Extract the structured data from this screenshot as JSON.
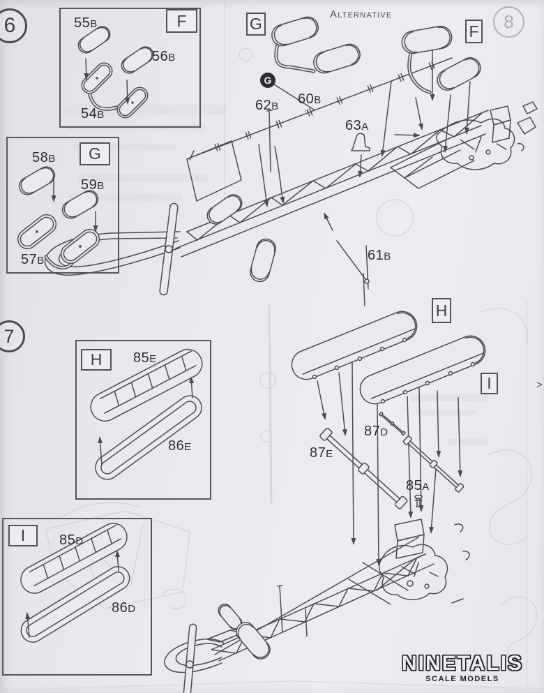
{
  "page": {
    "paper_color": "#e9e9ed",
    "ink_color": "#4b4b51",
    "label_color": "#2e2e34"
  },
  "steps": {
    "six": "6",
    "seven": "7",
    "eight": "8"
  },
  "alternative_label": "Alternative",
  "panel_letters": {
    "inset_f": "F",
    "inset_g": "G",
    "alt_g": "G",
    "alt_f": "F",
    "inset_h": "H",
    "pontoon_h": "H",
    "pontoon_i": "I",
    "inset_i": "I",
    "g_badge": "G"
  },
  "part_labels": {
    "p55b": {
      "num": "55",
      "suf": "B"
    },
    "p56b": {
      "num": "56",
      "suf": "B"
    },
    "p54b": {
      "num": "54",
      "suf": "B"
    },
    "p58b": {
      "num": "58",
      "suf": "B"
    },
    "p59b": {
      "num": "59",
      "suf": "B"
    },
    "p57b": {
      "num": "57",
      "suf": "B"
    },
    "p62b": {
      "num": "62",
      "suf": "B"
    },
    "p60b": {
      "num": "60",
      "suf": "B"
    },
    "p63a": {
      "num": "63",
      "suf": "A"
    },
    "p61b": {
      "num": "61",
      "suf": "B"
    },
    "p85e": {
      "num": "85",
      "suf": "E"
    },
    "p86e": {
      "num": "86",
      "suf": "E"
    },
    "p87d": {
      "num": "87",
      "suf": "D"
    },
    "p87e": {
      "num": "87",
      "suf": "E"
    },
    "p85a": {
      "num": "85",
      "suf": "A"
    },
    "p85d": {
      "num": "85",
      "suf": "D"
    },
    "p86d": {
      "num": "86",
      "suf": "D"
    }
  },
  "watermark": {
    "brand": "NINETALIS",
    "tagline": "SCALE MODELS"
  },
  "page_marker": ">"
}
